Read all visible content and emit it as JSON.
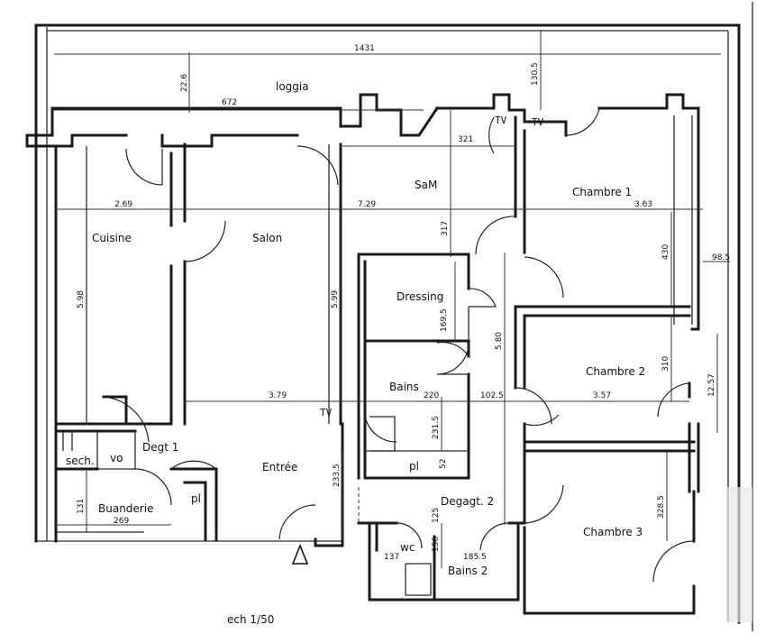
{
  "rooms": {
    "loggia": "loggia",
    "cuisine": "Cuisine",
    "salon": "Salon",
    "sam": "SaM",
    "chambre1": "Chambre 1",
    "chambre2": "Chambre 2",
    "chambre3": "Chambre 3",
    "dressing": "Dressing",
    "bains": "Bains",
    "bains2": "Bains 2",
    "entree": "Entrée",
    "degt1": "Degt 1",
    "degagt2": "Degagt. 2",
    "buanderie": "Buanderie",
    "sech": "sech.",
    "vo": "vo",
    "pl_a": "pl",
    "pl_b": "pl",
    "wc": "wc"
  },
  "tv_marks": {
    "tv1": "TV",
    "tv2": "TV",
    "tv3": "TV"
  },
  "dimensions": {
    "d1431": "1431",
    "d22_6": "22.6",
    "d672": "672",
    "d130_5": "130.5",
    "d321": "321",
    "d2_69": "2.69",
    "d7_29": "7.29",
    "d3_63": "3.63",
    "d317": "317",
    "d430": "430",
    "d98_5": "98.5",
    "d5_98": "5.98",
    "d5_99": "5.99",
    "d169_5": "169.5",
    "d5_80": "5.80",
    "d310": "310",
    "d12_57": "12.57",
    "d3_79": "3.79",
    "d220": "220",
    "d102_5": "102.5",
    "d3_57": "3.57",
    "d231_5": "231.5",
    "d52": "52",
    "d233_5": "233.5",
    "d328_5": "328.5",
    "d131": "131",
    "d269": "269",
    "d137": "137",
    "d150": "150",
    "d185_5": "185.5",
    "d125": "125"
  },
  "scale": "ech 1/50"
}
